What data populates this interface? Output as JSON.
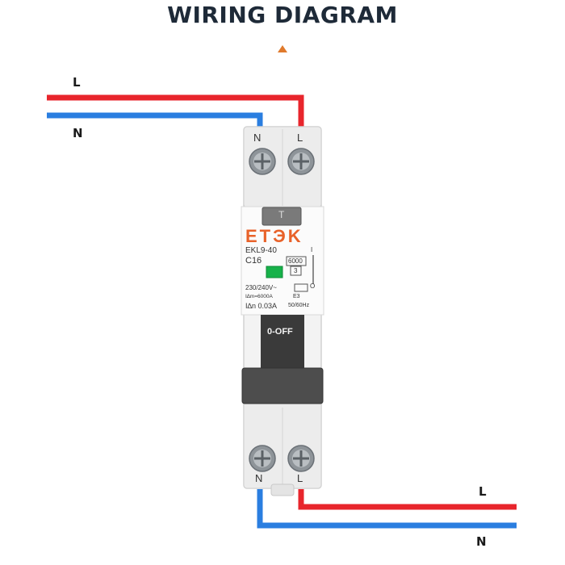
{
  "title": "WIRING DIAGRAM",
  "colors": {
    "live": "#e8252c",
    "neutral": "#2a7ee0",
    "title": "#1e2a38",
    "brand": "#e8622a",
    "accent": "#e07a2c"
  },
  "wires": {
    "top_live_label": "L",
    "top_neutral_label": "N",
    "bottom_live_label": "L",
    "bottom_neutral_label": "N"
  },
  "breaker": {
    "brand": "ETЭK",
    "model": "EKL9-40",
    "rating": "C16",
    "breaking_capacity": "6000",
    "class": "3",
    "voltage": "230/240V~",
    "im_rating": "I∆m=6000A",
    "e3": "E3",
    "residual": "I∆n 0.03A",
    "frequency": "50/60Hz",
    "switch_label": "0-OFF",
    "on_mark": "I",
    "off_mark": "O",
    "test_label": "T",
    "top_terminal_n": "N",
    "top_terminal_l": "L",
    "bottom_terminal_n": "N",
    "bottom_terminal_l": "L"
  }
}
